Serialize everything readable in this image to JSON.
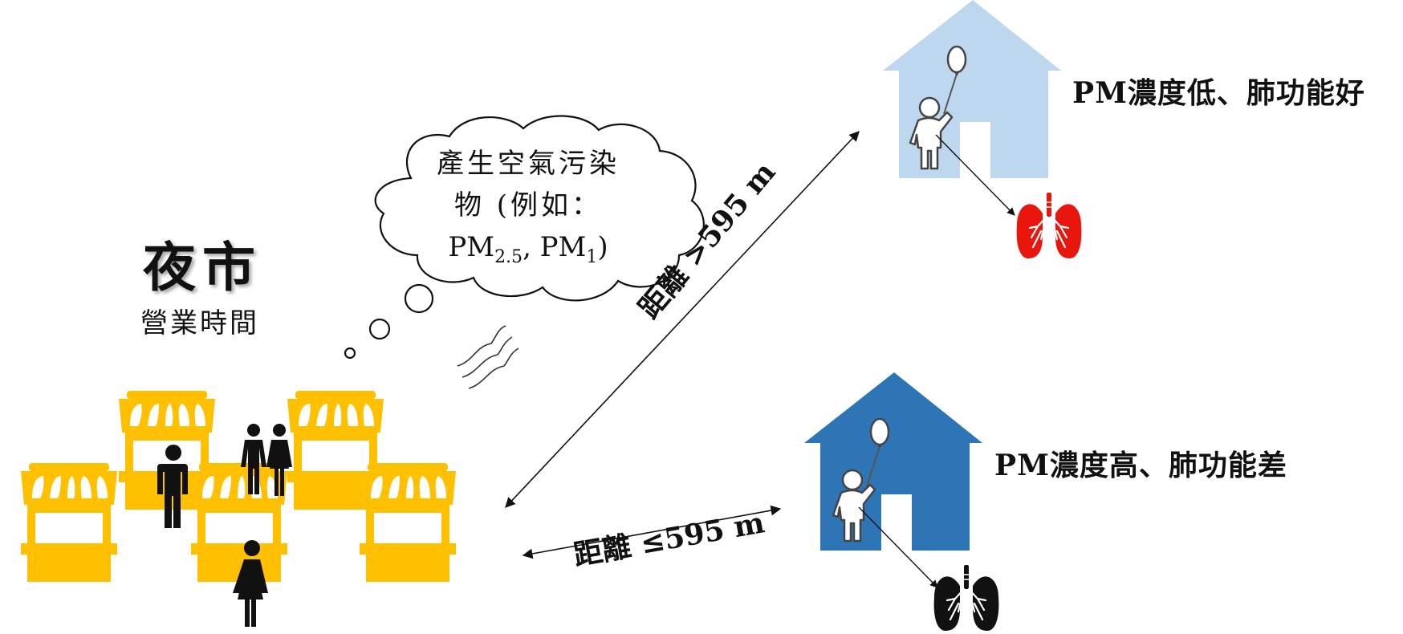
{
  "night_market": {
    "title": "夜市",
    "subtitle": "營業時間",
    "color": "#FFC000"
  },
  "cloud": {
    "line1": "產生空氣污染",
    "line2": "物 (例如：",
    "pm_prefix": "PM",
    "pm25_sub": "2.5",
    "pm_mid": ", PM",
    "pm1_sub": "1",
    "pm_suffix": ")"
  },
  "houses": {
    "far": {
      "label": "PM濃度低、肺功能好",
      "house_color": "#BDD7EE",
      "lung_icon": "red-lungs-icon",
      "lung_color": "#E8160C"
    },
    "near": {
      "label": "PM濃度高、肺功能差",
      "house_color": "#2E75B6",
      "lung_icon": "black-lungs-icon",
      "lung_color": "#111111"
    }
  },
  "distances": {
    "far": "距離 >595 m",
    "near": "距離 ≤595 m"
  }
}
